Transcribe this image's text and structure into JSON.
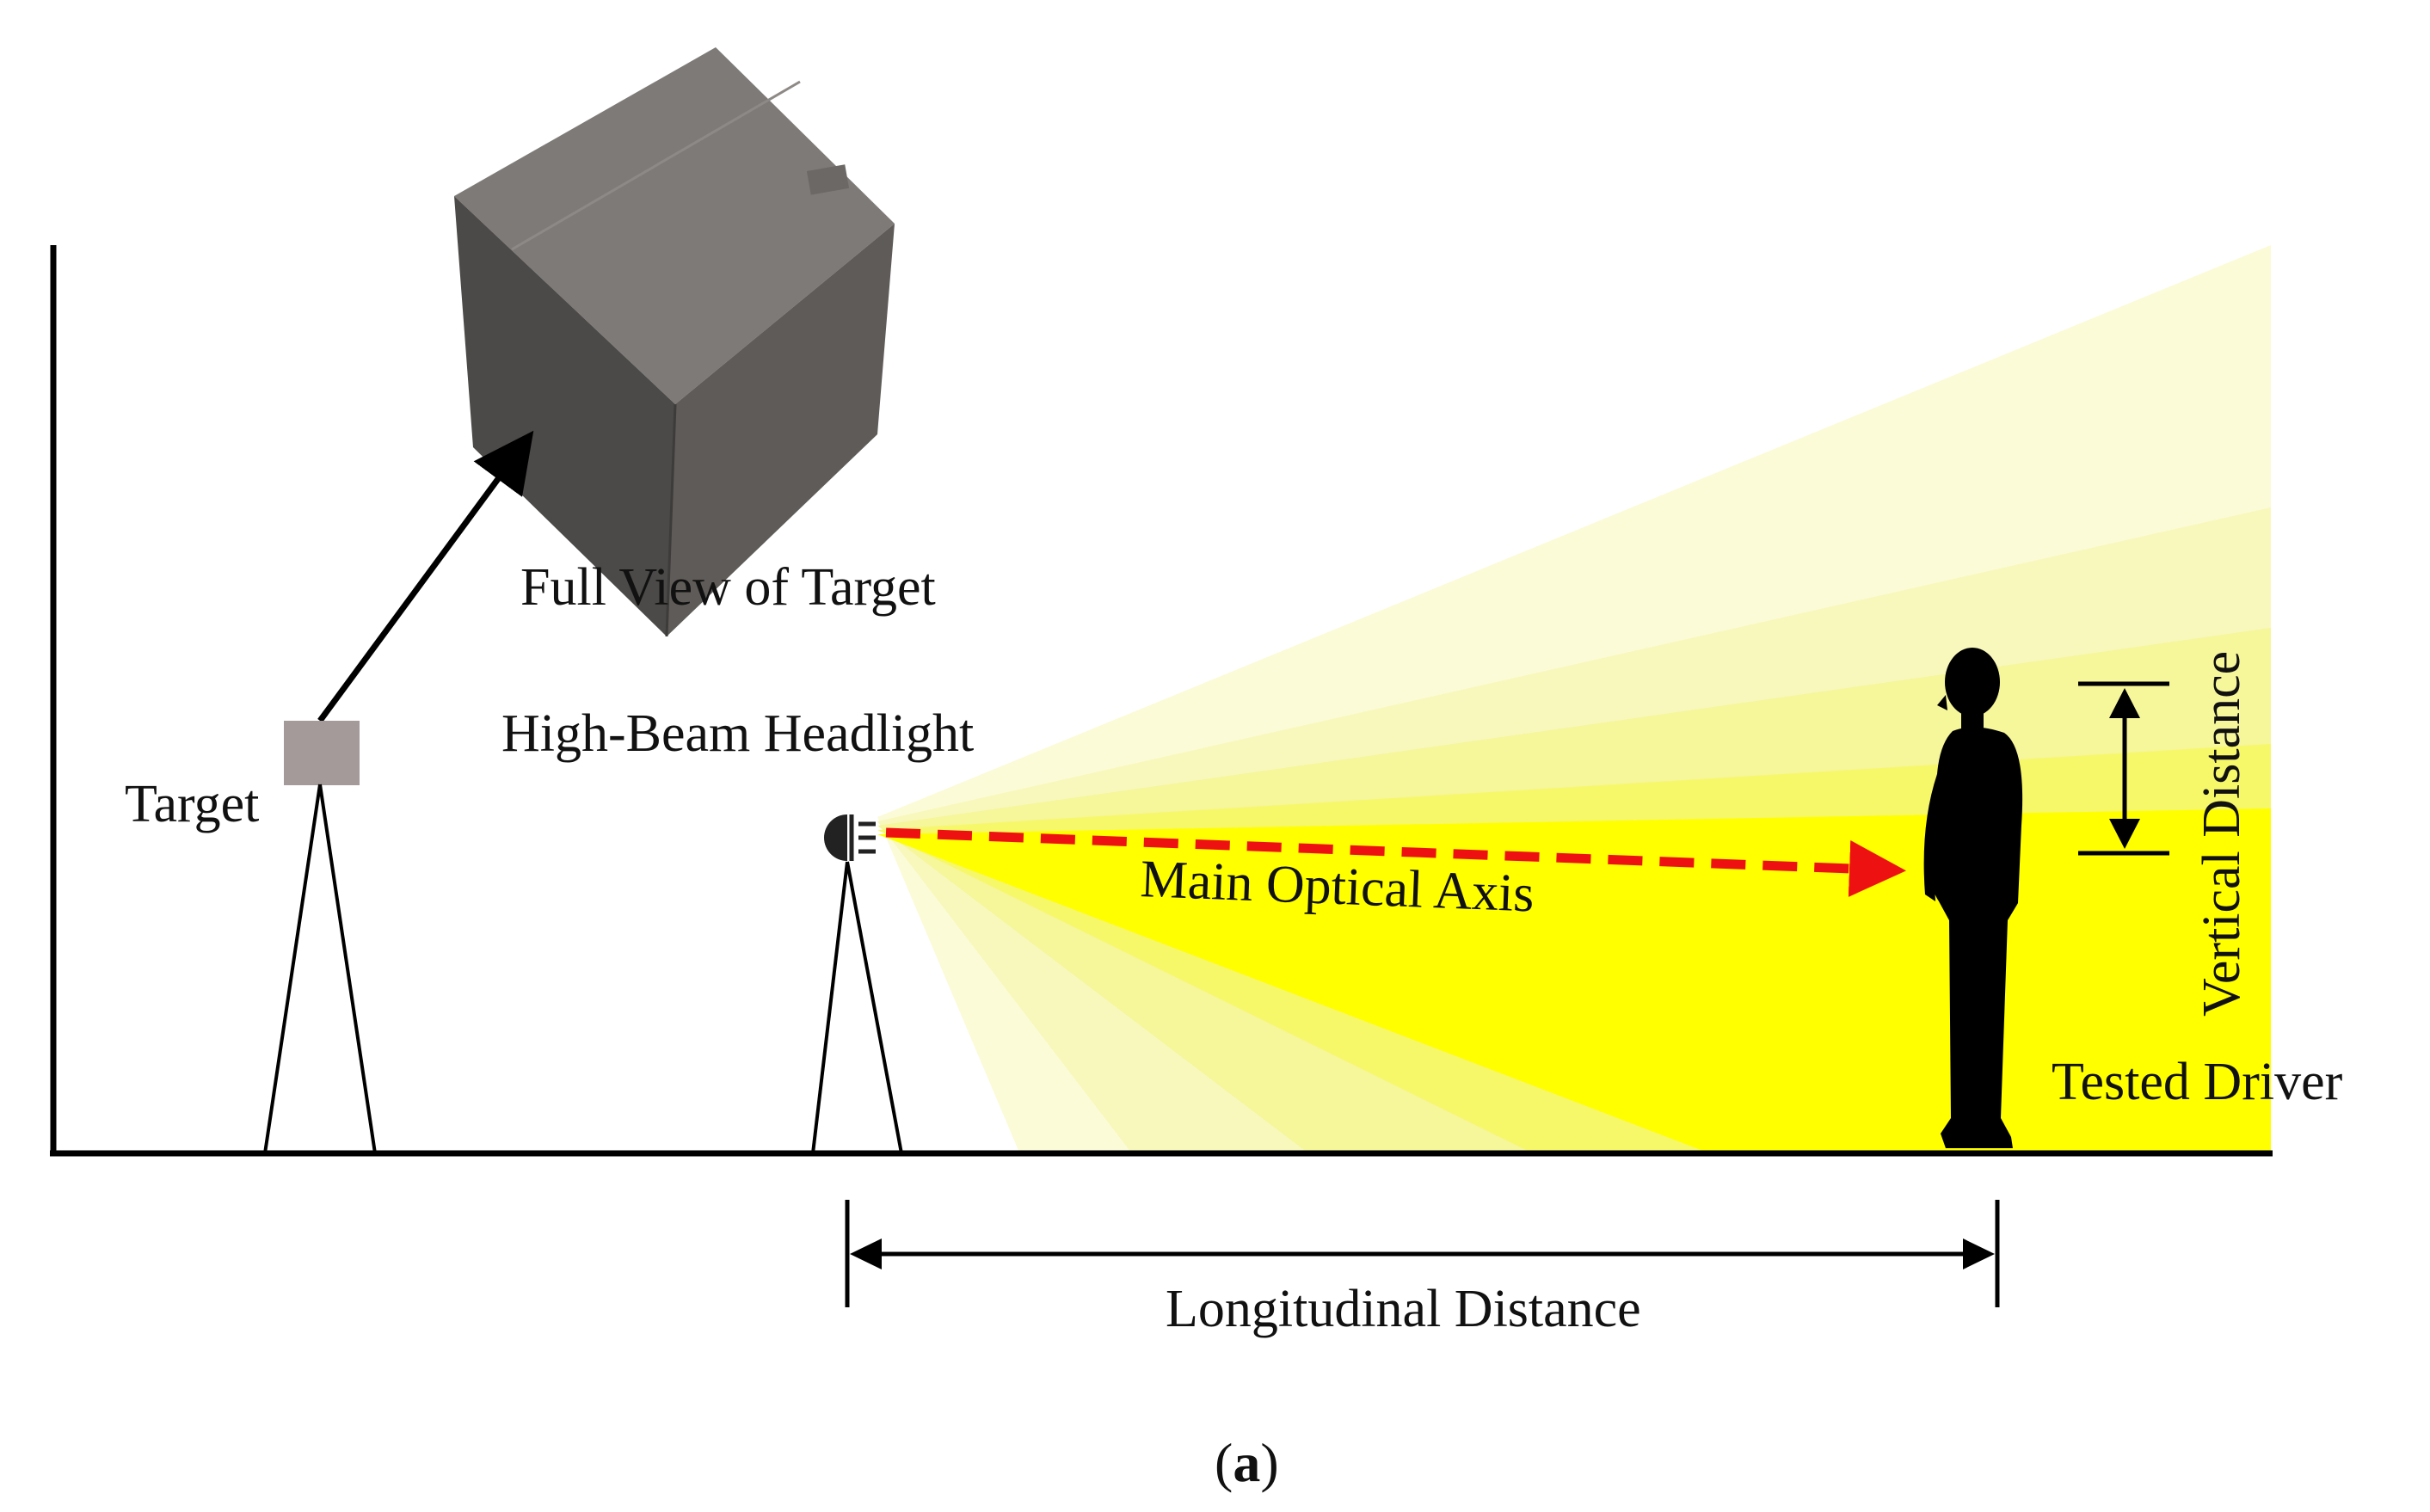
{
  "labels": {
    "full_view": "Full View of Target",
    "high_beam": "High-Beam Headlight",
    "target": "Target",
    "main_axis": "Main Optical Axis",
    "vertical_distance": "Vertical Distance",
    "tested_driver": "Tested Driver",
    "longitudinal_distance": "Longitudinal Distance",
    "panel_open": "(",
    "panel_letter": "a",
    "panel_close": ")"
  },
  "colors": {
    "beam_outer": "#fbfbd8",
    "beam_mid1": "#f8f8bc",
    "beam_mid2": "#f6f69a",
    "beam_mid3": "#f7f76a",
    "beam_core": "#ffff00",
    "axis_arrow": "#ee1111",
    "target_patch": "#a49a9a",
    "cube_top": "#7e7a78",
    "cube_left": "#4c4a48",
    "cube_right": "#5e5b58",
    "ink": "#000000"
  }
}
